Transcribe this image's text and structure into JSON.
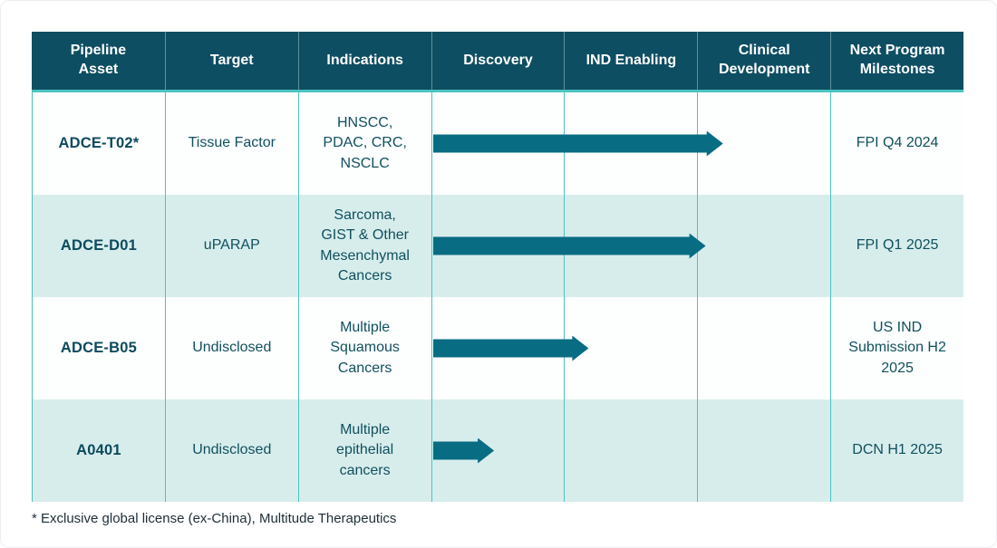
{
  "footnote": "* Exclusive global license (ex-China), Multitude Therapeutics",
  "colors": {
    "header_bg": "#0E4E62",
    "grid_border": "#4CC3BF",
    "row_bg": "#FDFEFE",
    "row_alt_bg": "#D7EDEC",
    "arrow": "#086C83",
    "header_text": "#FFFFFF",
    "cell_text": "#10505E",
    "footnote_text": "#1D2E37"
  },
  "chart_data": {
    "type": "table",
    "title": "Pipeline overview with development-stage progress arrows",
    "columns": [
      "Pipeline\nAsset",
      "Target",
      "Indications",
      "Discovery",
      "IND Enabling",
      "Clinical\nDevelopment",
      "Next Program\nMilestones"
    ],
    "stage_columns": [
      "Discovery",
      "IND Enabling",
      "Clinical Development"
    ],
    "stage_scale_note": "stage_progress measured in stage-column widths from start of Discovery (max 3)",
    "rows": [
      {
        "asset": "ADCE-T02*",
        "target": "Tissue Factor",
        "indications": "HNSCC, PDAC, CRC, NSCLC",
        "stage_progress": 2.18,
        "stage_reached": "Clinical Development",
        "milestone": "FPI Q4 2024"
      },
      {
        "asset": "ADCE-D01",
        "target": "uPARAP",
        "indications": "Sarcoma, GIST & Other Mesenchymal Cancers",
        "stage_progress": 2.05,
        "stage_reached": "Clinical Development",
        "milestone": "FPI Q1 2025"
      },
      {
        "asset": "ADCE-B05",
        "target": "Undisclosed",
        "indications": "Multiple Squamous Cancers",
        "stage_progress": 1.17,
        "stage_reached": "IND Enabling",
        "milestone": "US IND Submission H2 2025"
      },
      {
        "asset": "A0401",
        "target": "Undisclosed",
        "indications": "Multiple epithelial cancers",
        "stage_progress": 0.46,
        "stage_reached": "Discovery",
        "milestone": "DCN H1 2025"
      }
    ]
  }
}
